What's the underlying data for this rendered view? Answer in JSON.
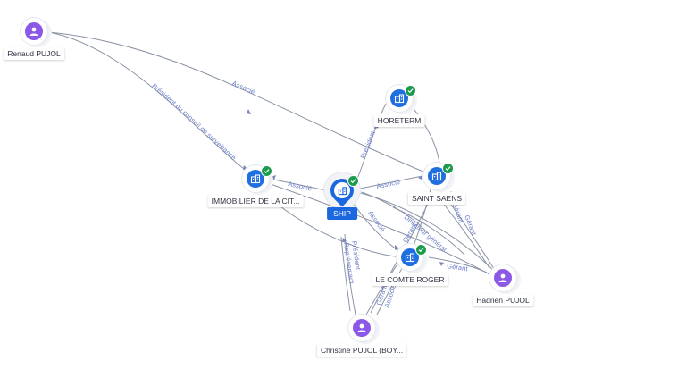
{
  "colors": {
    "person": "#8c58e8",
    "company": "#1f6fe0",
    "main": "#1a67e0",
    "verified": "#1d9a4d",
    "edge": "#8a93a6",
    "edge_label": "#6b7cc9"
  },
  "nodes": {
    "renaud": {
      "label": "Renaud PUJOL",
      "icon": "person-icon"
    },
    "horeterm": {
      "label": "HORETERM",
      "icon": "building-icon"
    },
    "immobilier": {
      "label": "IMMOBILIER DE LA CIT...",
      "icon": "building-icon"
    },
    "saint_saens": {
      "label": "SAINT SAENS",
      "icon": "building-icon"
    },
    "ship": {
      "label": "SHIP",
      "icon": "building-icon"
    },
    "comte": {
      "label": "LE COMTE ROGER",
      "icon": "building-icon"
    },
    "hadrien": {
      "label": "Hadrien PUJOL",
      "icon": "person-icon"
    },
    "christine": {
      "label": "Christine PUJOL (BOY...",
      "icon": "person-icon"
    }
  },
  "edge_labels": {
    "renaud_immobilier": "Président du conseil de surveillance",
    "renaud_saint": "Associé",
    "ship_immobilier": "Associé",
    "ship_saint": "Associé",
    "ship_horeterm": "Président",
    "ship_comte": "Associé",
    "comte_directeur": "Directeur général",
    "christine_ship": "Président",
    "christine_ship_2": "Représentant",
    "hadrien_saint_1": "Gérant",
    "hadrien_saint_2": "Gérant",
    "hadrien_comte": "Gérant",
    "christine_comte_1": "Gérant",
    "christine_comte_2": "Associé",
    "comte_gerant": "Gérant"
  }
}
